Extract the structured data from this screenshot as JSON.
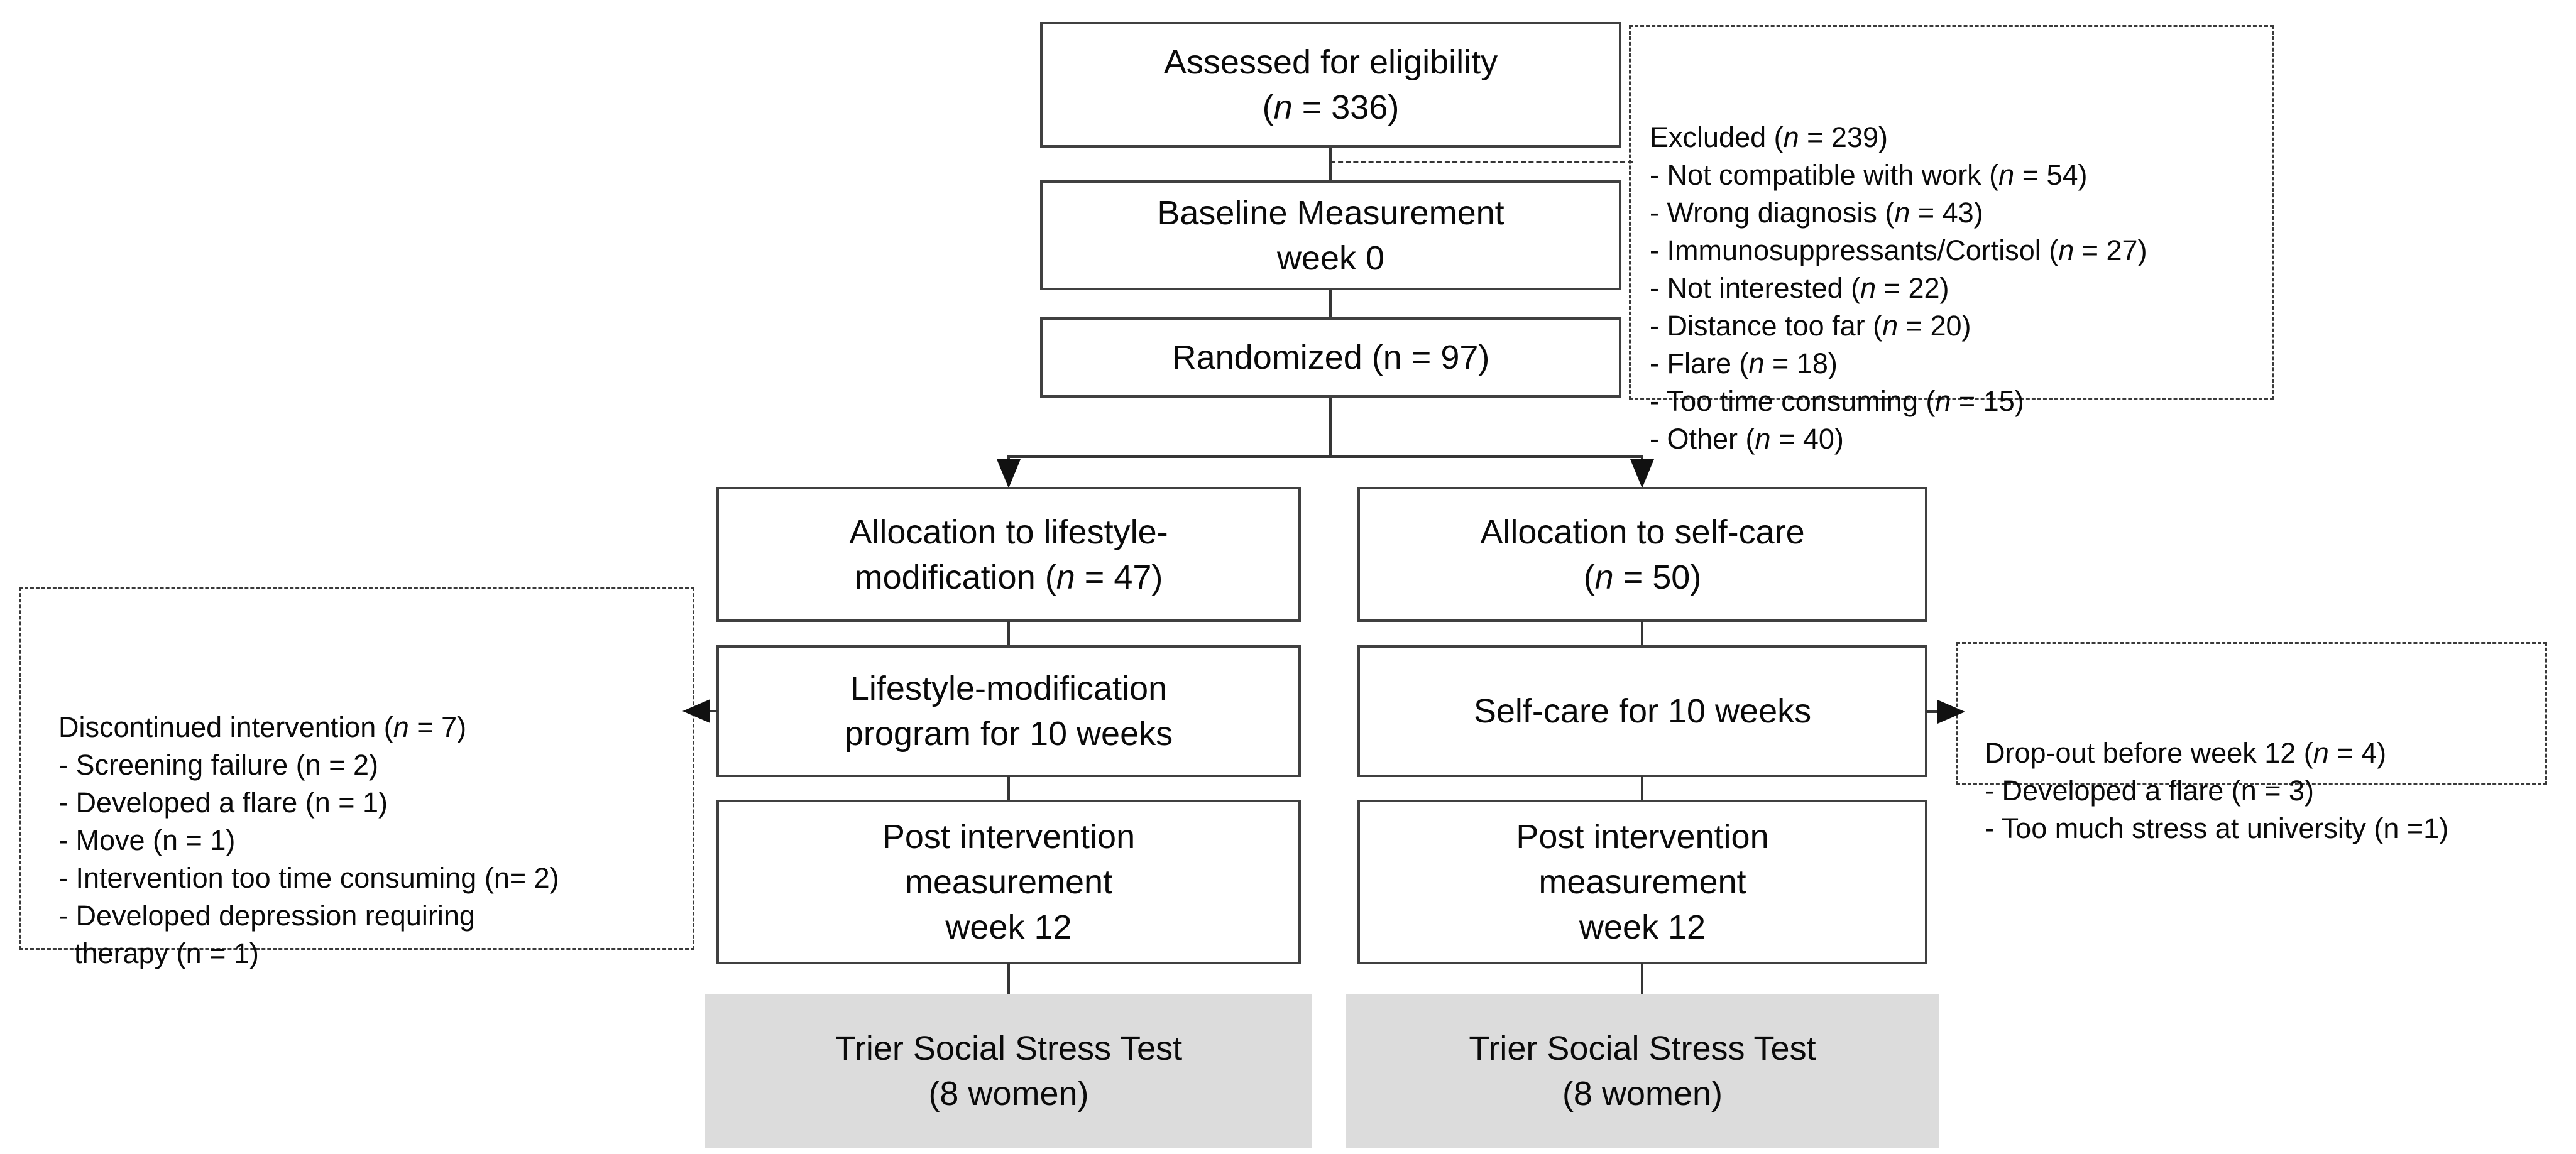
{
  "colors": {
    "background": "#ffffff",
    "box_border": "#404040",
    "connector_line": "#353535",
    "arrowhead": "#111111",
    "gray_box_fill": "#dcdcdc",
    "text": "#0a0a0a"
  },
  "boxes": {
    "assessed": {
      "lines": [
        "Assessed for eligibility",
        "(*n* = 336)"
      ]
    },
    "baseline": {
      "lines": [
        "Baseline Measurement",
        "week 0"
      ]
    },
    "randomized": {
      "lines": [
        "Randomized (n = 97)"
      ]
    },
    "alloc_lifestyle": {
      "lines": [
        "Allocation to lifestyle-",
        "modification (*n* = 47)"
      ]
    },
    "alloc_selfcare": {
      "lines": [
        "Allocation to self-care",
        "(*n* = 50)"
      ]
    },
    "lifestyle_program": {
      "lines": [
        "Lifestyle-modification",
        "program for 10 weeks"
      ]
    },
    "selfcare_program": {
      "lines": [
        "Self-care for 10 weeks"
      ]
    },
    "post_left": {
      "lines": [
        "Post intervention",
        "measurement",
        "week 12"
      ]
    },
    "post_right": {
      "lines": [
        "Post intervention",
        "measurement",
        "week 12"
      ]
    },
    "tsst_left": {
      "lines": [
        "Trier Social Stress Test",
        "(8 women)"
      ]
    },
    "tsst_right": {
      "lines": [
        "Trier Social Stress Test",
        "(8 women)"
      ]
    }
  },
  "notes": {
    "excluded": {
      "lines": [
        "Excluded (*n* = 239)",
        "- Not compatible with work (*n* = 54)",
        "- Wrong diagnosis (*n* = 43)",
        "- Immunosuppressants/Cortisol (*n* = 27)",
        "- Not interested (*n* = 22)",
        "- Distance too far (*n* = 20)",
        "- Flare (*n* = 18)",
        "- Too time consuming (*n* = 15)",
        "- Other (*n* = 40)"
      ]
    },
    "discontinued": {
      "lines": [
        "Discontinued intervention (*n* = 7)",
        "- Screening failure (n = 2)",
        "- Developed a flare (n = 1)",
        "- Move (n = 1)",
        "- Intervention too time consuming (n= 2)",
        "- Developed depression requiring",
        "  therapy (n = 1)"
      ]
    },
    "dropout": {
      "lines": [
        "Drop-out before week 12 (*n* = 4)",
        "- Developed a flare (n = 3)",
        "- Too much stress at university (n =1)"
      ]
    }
  }
}
